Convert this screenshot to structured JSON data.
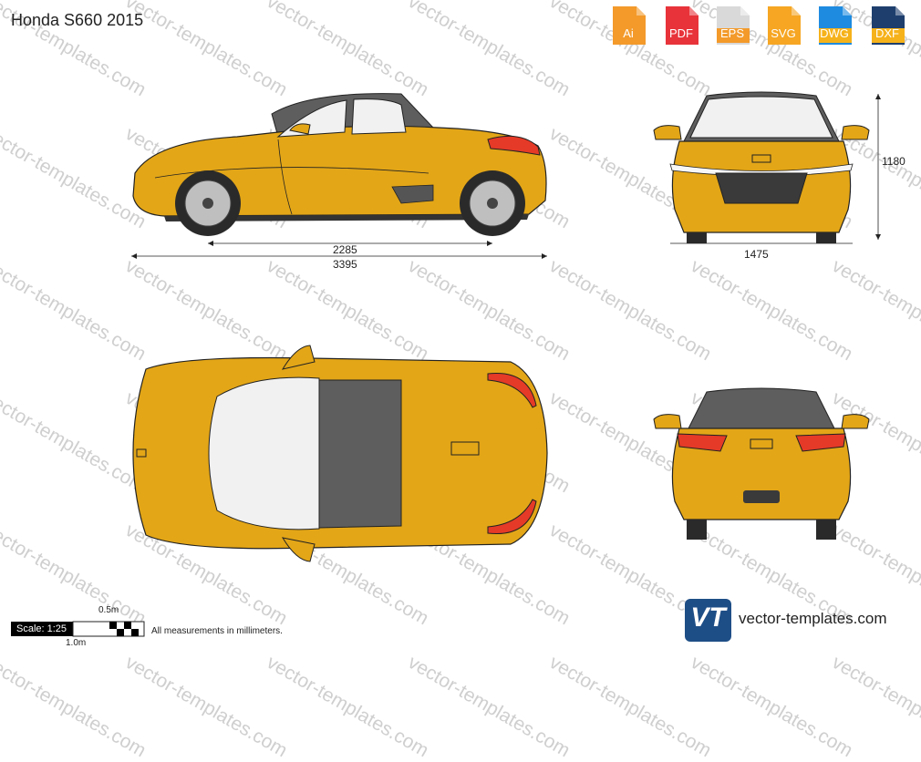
{
  "title": "Honda S660 2015",
  "formats": [
    {
      "label": "Ai",
      "color": "#f39a2b"
    },
    {
      "label": "PDF",
      "color": "#e8333a"
    },
    {
      "label": "EPS",
      "color": "#d9d9d9"
    },
    {
      "label": "SVG",
      "color": "#f6a623"
    },
    {
      "label": "DWG",
      "color": "#1e8be0"
    },
    {
      "label": "DXF",
      "color": "#1e3f6e"
    }
  ],
  "dimensions": {
    "wheelbase": "2285",
    "length": "3395",
    "height": "1180",
    "width": "1475"
  },
  "scale": {
    "label": "Scale: 1:25",
    "half_meter": "0.5m",
    "one_meter": "1.0m"
  },
  "note": "All measurements in millimeters.",
  "watermark": "vector-templates.com",
  "brand": {
    "logo_text": "VT",
    "site": "vector-templates.com"
  },
  "colors": {
    "body": "#e3a617",
    "glass": "#f1f1f1",
    "roof": "#5e5e5e",
    "tail": "#e53a27"
  }
}
